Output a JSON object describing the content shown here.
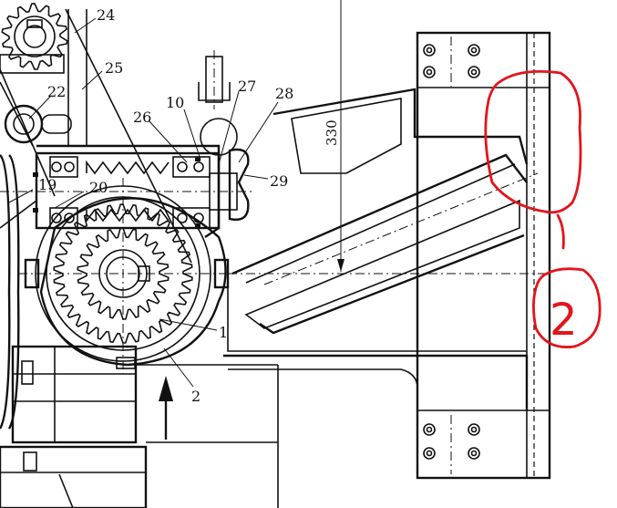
{
  "drawing": {
    "part_labels": {
      "p1": "1",
      "p2": "2",
      "p10": "10",
      "p19": "19",
      "p20": "20",
      "p22": "22",
      "p24": "24",
      "p25": "25",
      "p26": "26",
      "p27": "27",
      "p28": "28",
      "p29": "29"
    },
    "dimension": "330",
    "annotation_mark": "2",
    "colors": {
      "ink": "#111111",
      "annotation": "#e3141b",
      "paper": "#ffffff"
    }
  }
}
